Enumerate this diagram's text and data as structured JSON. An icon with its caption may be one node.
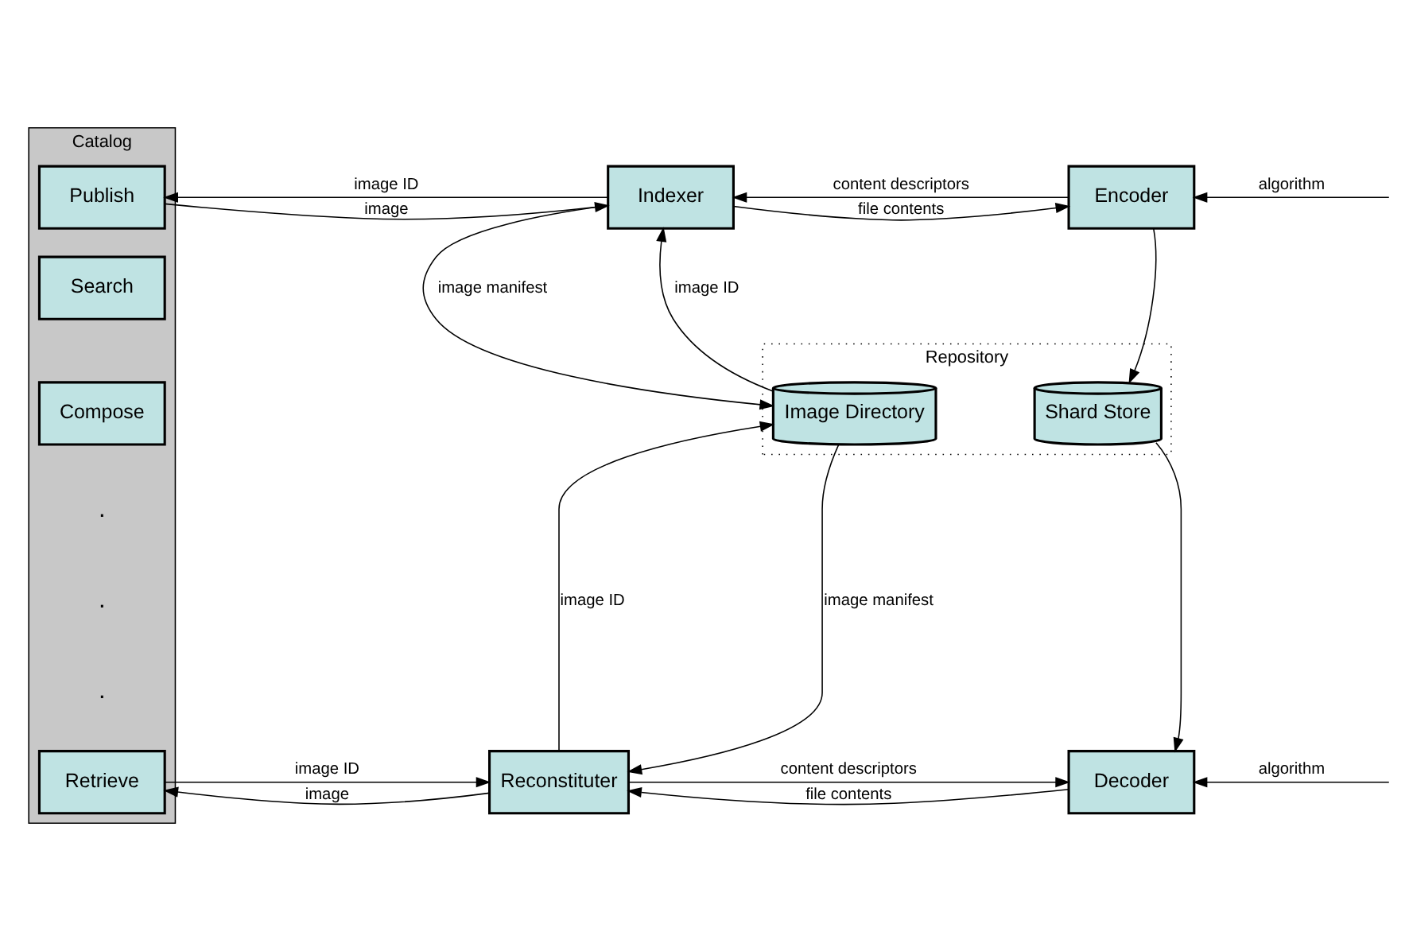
{
  "diagram": {
    "nodes": [
      {
        "text": [
          "Catalog"
        ]
      },
      {
        "text": [
          "Publish"
        ],
        "in": 0
      },
      {
        "text": [
          "Search"
        ],
        "in": 0
      },
      {
        "text": [
          "Compose"
        ],
        "in": 0
      },
      {
        "text": [
          "Retrieve"
        ],
        "in": 0
      },
      {
        "text": [
          "Indexer"
        ]
      },
      {
        "text": [
          "Encoder"
        ]
      },
      {
        "text": [
          "Repository"
        ]
      },
      {
        "text": [
          "Image Directory"
        ],
        "in": 7
      },
      {
        "text": [
          "Shard Store"
        ],
        "in": 7
      },
      {
        "text": [
          "Reconstituter"
        ]
      },
      {
        "text": [
          "Decoder"
        ]
      }
    ],
    "edges": [
      {
        "from": 1,
        "to": 5,
        "arrow": "to",
        "label": "image"
      },
      {
        "from": 5,
        "to": 1,
        "arrow": "to",
        "label": "image ID"
      },
      {
        "from": 5,
        "to": 6,
        "arrow": "to",
        "label": "file contents"
      },
      {
        "from": 6,
        "to": 5,
        "arrow": "to",
        "label": "content descriptors"
      },
      {
        "from": null,
        "to": 6,
        "arrow": "to",
        "label": "algorithm"
      },
      {
        "from": 5,
        "to": 8,
        "arrow": "to",
        "label": "image manifest"
      },
      {
        "from": 8,
        "to": 5,
        "arrow": "to",
        "label": "image ID"
      },
      {
        "from": 6,
        "to": 9,
        "arrow": "to"
      },
      {
        "from": 10,
        "to": 8,
        "arrow": "to",
        "label": "image ID"
      },
      {
        "from": 8,
        "to": 10,
        "arrow": "to",
        "label": "image manifest"
      },
      {
        "from": 9,
        "to": 11,
        "arrow": "to"
      },
      {
        "from": 4,
        "to": 10,
        "arrow": "to",
        "label": "image ID"
      },
      {
        "from": 10,
        "to": 4,
        "arrow": "to",
        "label": "image"
      },
      {
        "from": 10,
        "to": 11,
        "arrow": "to",
        "label": "content descriptors"
      },
      {
        "from": 11,
        "to": 10,
        "arrow": "to",
        "label": "file contents"
      },
      {
        "from": null,
        "to": 11,
        "arrow": "to",
        "label": "algorithm"
      }
    ],
    "labels": [
      ".",
      ".",
      "."
    ]
  }
}
